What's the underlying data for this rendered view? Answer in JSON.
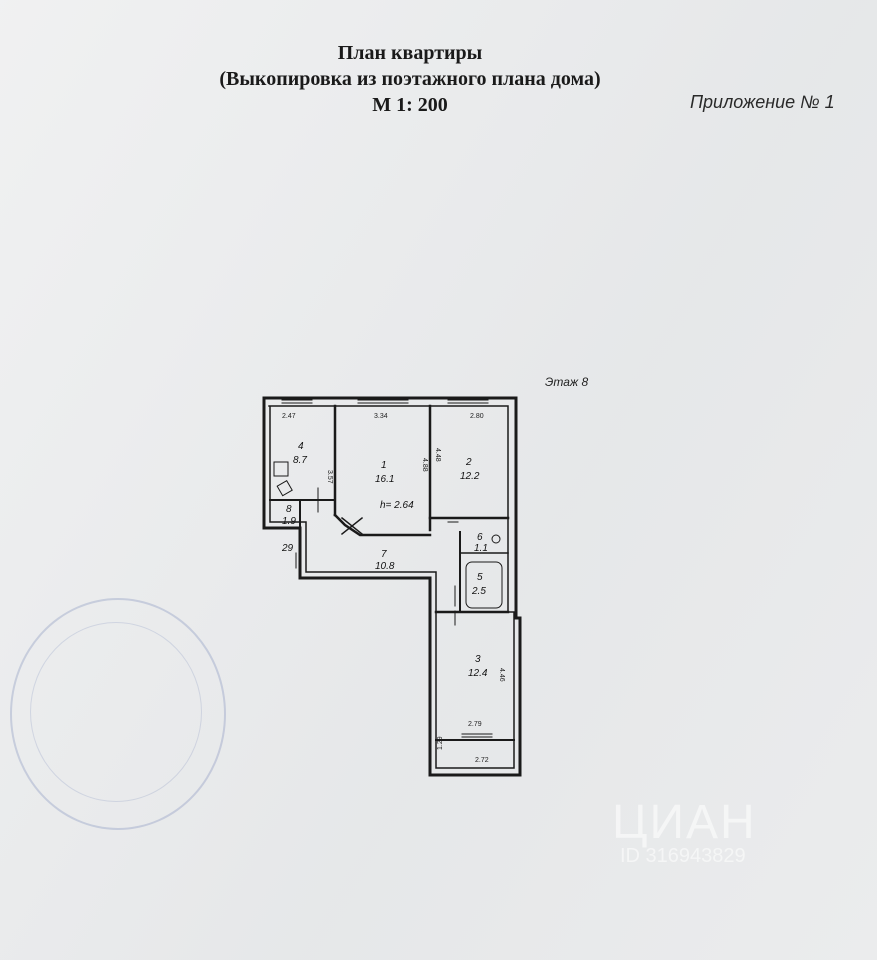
{
  "header": {
    "title": "План квартиры",
    "subtitle": "(Выкопировка из поэтажного плана дома)",
    "scale": "М 1: 200"
  },
  "appendix": "Приложение № 1",
  "floor": "Этаж 8",
  "ceiling_height": "h= 2.64",
  "rooms": [
    {
      "id": "room-1",
      "number": "1",
      "area": "16.1"
    },
    {
      "id": "room-2",
      "number": "2",
      "area": "12.2"
    },
    {
      "id": "room-3",
      "number": "3",
      "area": "12.4"
    },
    {
      "id": "room-4",
      "number": "4",
      "area": "8.7"
    },
    {
      "id": "room-5",
      "number": "5",
      "area": "2.5"
    },
    {
      "id": "room-6",
      "number": "6",
      "area": "1.1"
    },
    {
      "id": "room-7",
      "number": "7",
      "area": "10.8"
    },
    {
      "id": "room-8",
      "number": "8",
      "area": "1.9"
    }
  ],
  "dimensions": {
    "top_left": "2.47",
    "top_mid": "3.34",
    "top_right": "2.80",
    "kitchen_side": "3.57",
    "room1_side": "4.88",
    "room2_side": "4.48",
    "room3_side": "4.46",
    "bottom_inner": "2.79",
    "balcony_side": "1.29",
    "balcony_width": "2.72",
    "corridor_mark": "29"
  },
  "watermark": {
    "logo": "ЦИАН",
    "id": "ID 316943829"
  },
  "colors": {
    "paper": "#ebeced",
    "lines": "#1a1a1a",
    "stamp": "#5a6eaa"
  }
}
